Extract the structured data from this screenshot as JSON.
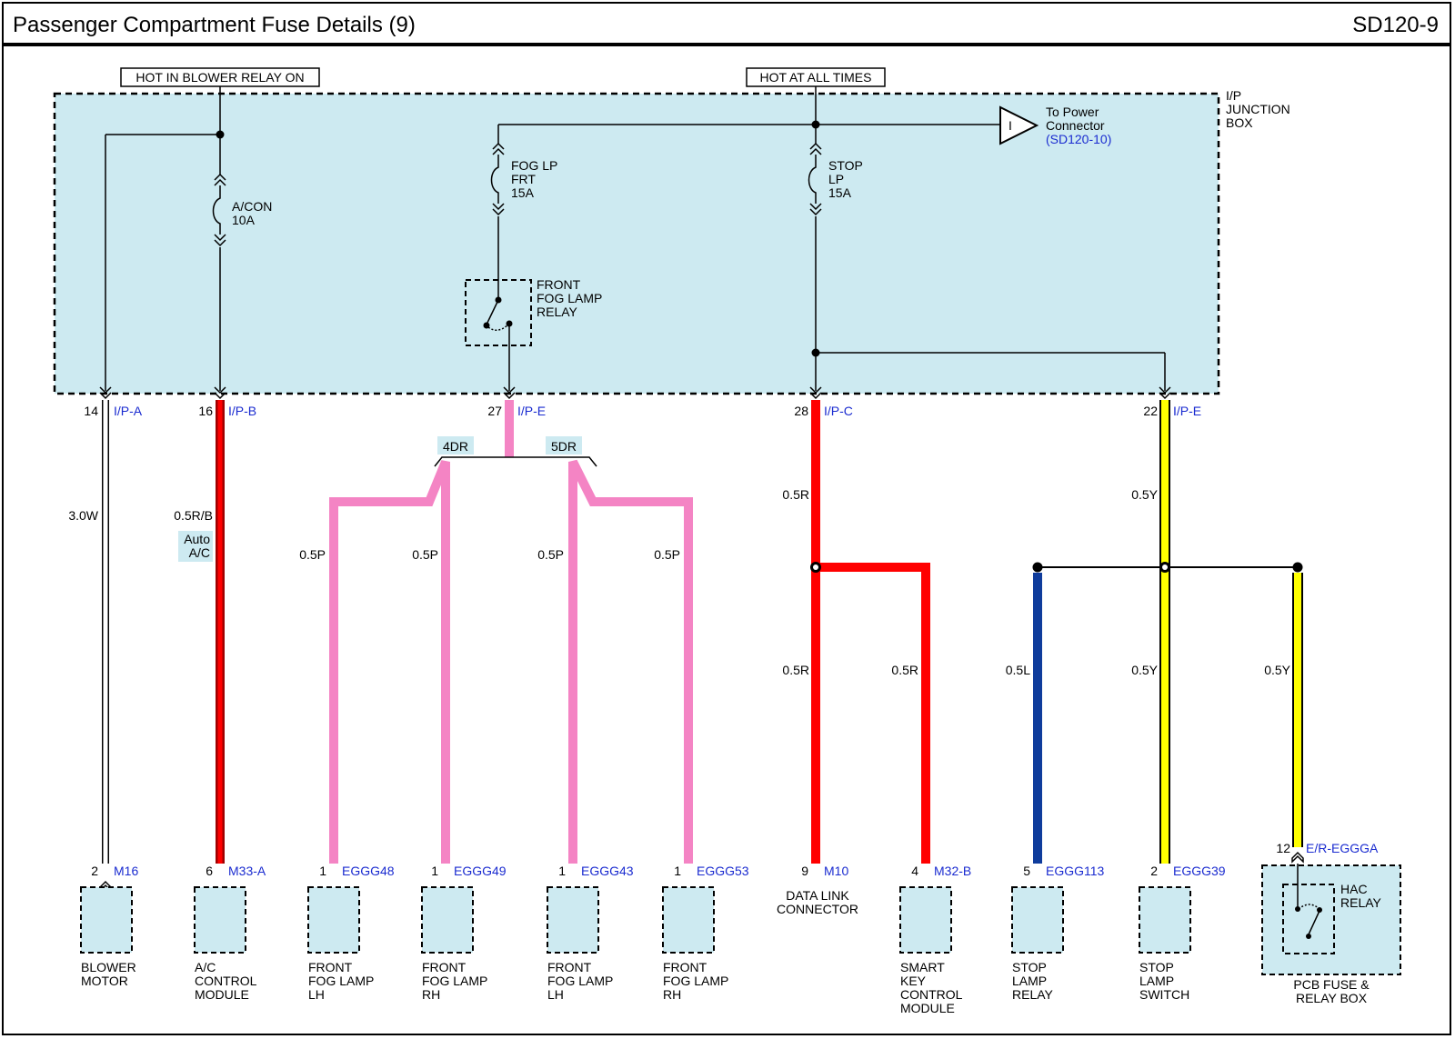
{
  "header": {
    "title": "Passenger Compartment Fuse Details (9)",
    "code": "SD120-9"
  },
  "banners": {
    "blower": "HOT IN BLOWER RELAY ON",
    "all_times": "HOT AT ALL TIMES"
  },
  "junction_box": {
    "line1": "I/P",
    "line2": "JUNCTION",
    "line3": "BOX"
  },
  "fuses": {
    "acon": {
      "line1": "A/CON",
      "line2": "10A"
    },
    "fog": {
      "line1": "FOG LP",
      "line2": "FRT",
      "line3": "15A"
    },
    "stop": {
      "line1": "STOP",
      "line2": "LP",
      "line3": "15A"
    }
  },
  "fog_relay": {
    "line1": "FRONT",
    "line2": "FOG LAMP",
    "line3": "RELAY"
  },
  "power_connector": {
    "symbol": "I",
    "line1": "To Power",
    "line2": "Connector",
    "ref": "(SD120-10)"
  },
  "box_pins": [
    {
      "num": "14",
      "conn": "I/P-A"
    },
    {
      "num": "16",
      "conn": "I/P-B"
    },
    {
      "num": "27",
      "conn": "I/P-E"
    },
    {
      "num": "28",
      "conn": "I/P-C"
    },
    {
      "num": "22",
      "conn": "I/P-E"
    }
  ],
  "options": {
    "dr4": "4DR",
    "dr5": "5DR",
    "auto_line1": "Auto",
    "auto_line2": "A/C"
  },
  "wires": {
    "w_blower": "3.0W",
    "w_ac": "0.5R/B",
    "w_fog1": "0.5P",
    "w_fog2": "0.5P",
    "w_fog3": "0.5P",
    "w_fog4": "0.5P",
    "w_dlc_top": "0.5R",
    "w_dlc": "0.5R",
    "w_smart": "0.5R",
    "w_stop_top": "0.5Y",
    "w_stoprelay": "0.5L",
    "w_stopsw": "0.5Y",
    "w_hac": "0.5Y"
  },
  "hac_pin": {
    "num": "12",
    "conn": "E/R-EGGGA"
  },
  "component_pins": [
    {
      "num": "2",
      "conn": "M16"
    },
    {
      "num": "6",
      "conn": "M33-A"
    },
    {
      "num": "1",
      "conn": "EGGG48"
    },
    {
      "num": "1",
      "conn": "EGGG49"
    },
    {
      "num": "1",
      "conn": "EGGG43"
    },
    {
      "num": "1",
      "conn": "EGGG53"
    },
    {
      "num": "9",
      "conn": "M10"
    },
    {
      "num": "4",
      "conn": "M32-B"
    },
    {
      "num": "5",
      "conn": "EGGG113"
    },
    {
      "num": "2",
      "conn": "EGGG39"
    }
  ],
  "components": {
    "blower": [
      "BLOWER",
      "MOTOR"
    ],
    "ac_module": [
      "A/C",
      "CONTROL",
      "MODULE"
    ],
    "fog_lh_4dr": [
      "FRONT",
      "FOG LAMP",
      "LH"
    ],
    "fog_rh_4dr": [
      "FRONT",
      "FOG LAMP",
      "RH"
    ],
    "fog_lh_5dr": [
      "FRONT",
      "FOG LAMP",
      "LH"
    ],
    "fog_rh_5dr": [
      "FRONT",
      "FOG LAMP",
      "RH"
    ],
    "dlc": [
      "DATA LINK",
      "CONNECTOR"
    ],
    "smart_key": [
      "SMART",
      "KEY",
      "CONTROL",
      "MODULE"
    ],
    "stop_relay": [
      "STOP",
      "LAMP",
      "RELAY"
    ],
    "stop_switch": [
      "STOP",
      "LAMP",
      "SWITCH"
    ],
    "pcb": [
      "PCB FUSE &",
      "RELAY BOX"
    ],
    "hac_relay": [
      "HAC",
      "RELAY"
    ]
  },
  "colors": {
    "bg_box": "#cdeaf1",
    "red": "#ff0000",
    "dark_red": "#a00000",
    "pink": "#f484c4",
    "yellow": "#ffff00",
    "blue": "#0f3c9c",
    "link": "#1a2bd0"
  }
}
